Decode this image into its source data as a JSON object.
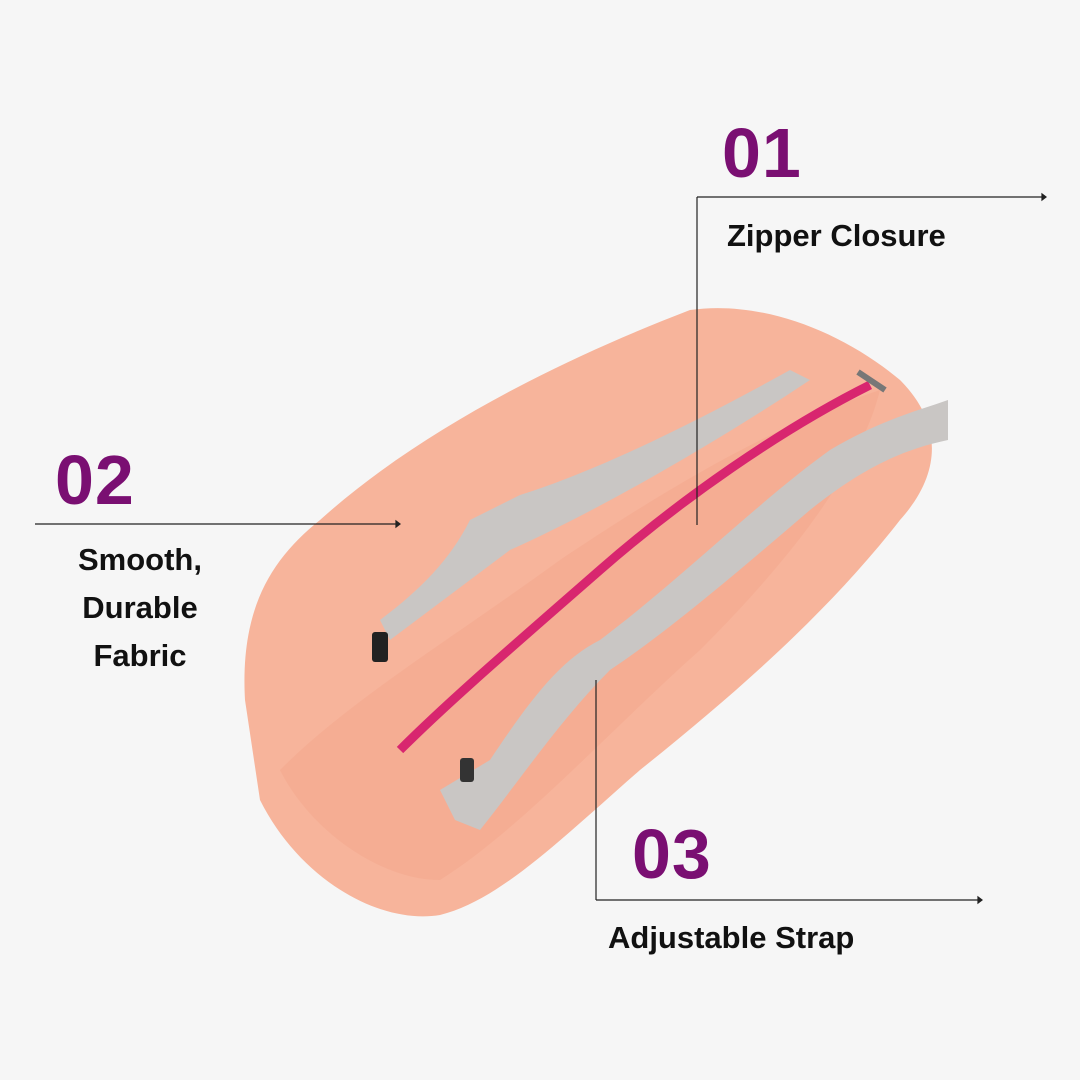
{
  "callouts": [
    {
      "number": "01",
      "label": "Zipper Closure"
    },
    {
      "number": "02",
      "label_lines": [
        "Smooth,",
        "Durable",
        "Fabric"
      ]
    },
    {
      "number": "03",
      "label": "Adjustable Strap"
    }
  ],
  "colors": {
    "accent": "#7a0f72",
    "bag": "#f7b49b",
    "strap": "#c9c6c4",
    "zipper": "#d8266f"
  }
}
